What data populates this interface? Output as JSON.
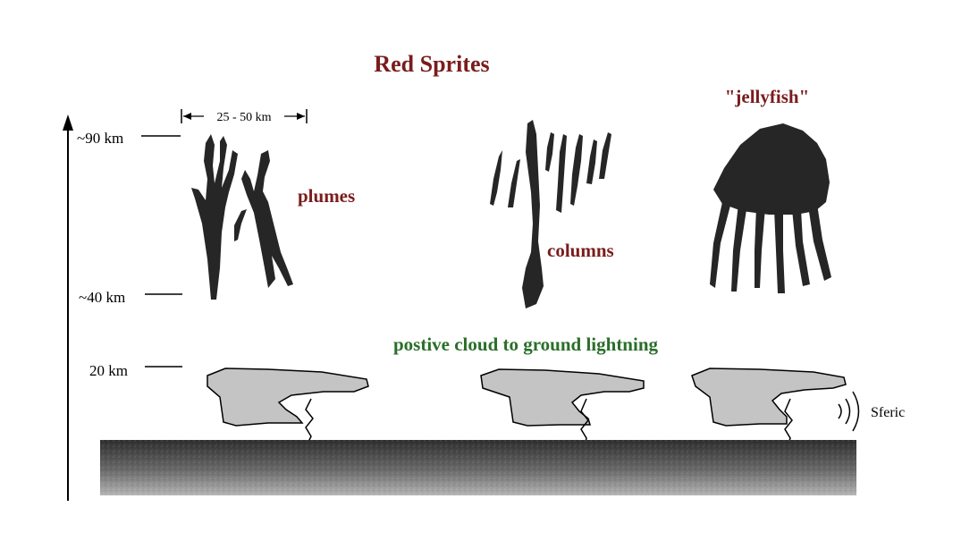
{
  "title": "Red Sprites",
  "sprite_types": {
    "plumes": "plumes",
    "columns": "columns",
    "jellyfish": "\"jellyfish\""
  },
  "width_label": "25 - 50 km",
  "altitude_labels": {
    "top": "~90 km",
    "mid": "~40 km",
    "low": "20 km"
  },
  "lightning_label": "postive cloud to ground lightning",
  "sferic_label": "Sferic",
  "colors": {
    "title": "#7a1c1c",
    "sprite_label": "#7a1c1c",
    "lightning_label": "#2a6e2a",
    "sprite_fill": "#262626",
    "cloud_fill": "#c4c4c4",
    "ground_dark": "#2e2e2e",
    "ground_light": "#b4b4b4"
  }
}
